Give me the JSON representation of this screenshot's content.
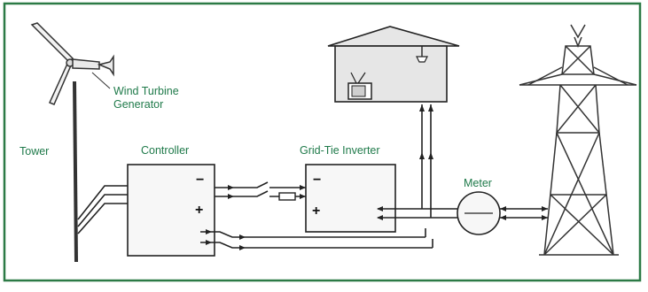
{
  "labels": {
    "wind_turbine_generator": [
      "Wind Turbine",
      "Generator"
    ],
    "tower": "Tower",
    "controller": "Controller",
    "grid_tie_inverter": "Grid-Tie Inverter",
    "meter": "Meter"
  },
  "signs": {
    "minus": "−",
    "plus": "+"
  },
  "colors": {
    "border": "#2c7a46",
    "label": "#1f7a4a",
    "line": "#222222",
    "house_fill": "#e6e6e6",
    "box_fill": "#f7f7f7"
  }
}
